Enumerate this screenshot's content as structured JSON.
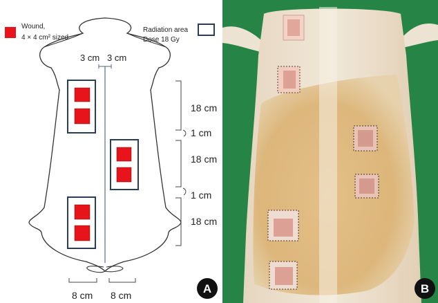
{
  "panel_a": {
    "legend_wound_label": "Wound,",
    "legend_wound_size": "4 × 4 cm² sized",
    "legend_radiation_label": "Radiation area",
    "legend_radiation_dose": "Dose 18 Gy",
    "top_spacing_left": "3 cm",
    "top_spacing_right": "3 cm",
    "segment_1": "18 cm",
    "gap_1": "1 cm",
    "segment_2": "18 cm",
    "gap_2": "1 cm",
    "segment_3": "18 cm",
    "bottom_width_left": "8 cm",
    "bottom_width_right": "8 cm",
    "badge": "A",
    "wound_color": "#e8141b",
    "frame_color": "#2a3d57"
  },
  "panel_b": {
    "badge": "B",
    "background_color": "#2a8a4a"
  }
}
